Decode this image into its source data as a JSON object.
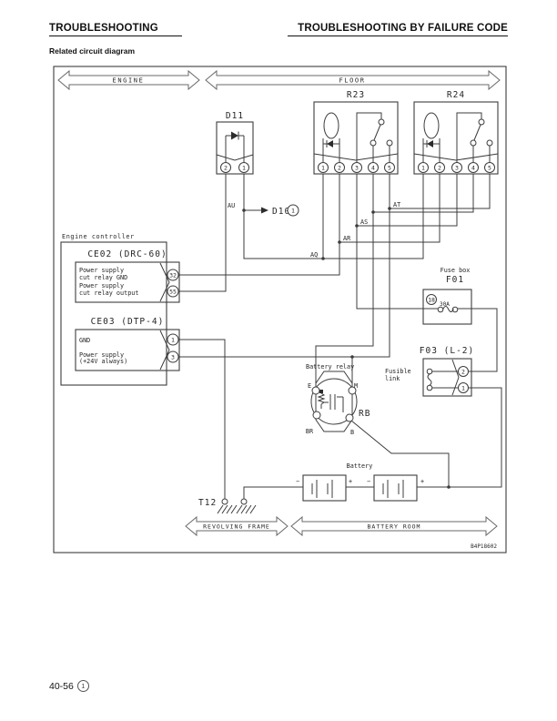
{
  "header": {
    "left": "TROUBLESHOOTING",
    "right": "TROUBLESHOOTING BY FAILURE CODE",
    "subtitle": "Related circuit diagram"
  },
  "footer": {
    "page": "40-56",
    "edition": "1"
  },
  "diagram": {
    "code": "B4P18602",
    "zones": {
      "engine": "ENGINE",
      "floor": "FLOOR",
      "revolving_frame": "REVOLVING FRAME",
      "battery_room": "BATTERY ROOM"
    },
    "wire_labels": [
      "AU",
      "AT",
      "AS",
      "AR",
      "AQ"
    ],
    "components": {
      "d11": {
        "label": "D11",
        "terminals": [
          "2",
          "1"
        ]
      },
      "d10": {
        "label": "D10",
        "terminal": "1"
      },
      "r23": {
        "label": "R23",
        "terminals": [
          "1",
          "2",
          "3",
          "4",
          "5"
        ]
      },
      "r24": {
        "label": "R24",
        "terminals": [
          "1",
          "2",
          "3",
          "4",
          "5"
        ]
      },
      "controller": {
        "label": "Engine controller",
        "ce02": {
          "title": "CE02 (DRC-60)",
          "pin1_line1": "Power supply",
          "pin1_line2": "cut relay GND",
          "pin1_no": "32",
          "pin2_line1": "Power supply",
          "pin2_line2": "cut relay output",
          "pin2_no": "55"
        },
        "ce03": {
          "title": "CE03 (DTP-4)",
          "pin1_line1": "GND",
          "pin1_no": "1",
          "pin2_line1": "Power supply",
          "pin2_line2": "(+24V always)",
          "pin2_no": "3"
        }
      },
      "fuse": {
        "group": "Fuse box",
        "label": "F01",
        "no": "18",
        "rating": "30A"
      },
      "f03": {
        "label": "F03 (L-2)",
        "desc_line1": "Fusible",
        "desc_line2": "link",
        "terminal_top": "2",
        "terminal_bottom": "1"
      },
      "battery_relay": {
        "label": "Battery relay",
        "tag": "RB",
        "t_e": "E",
        "t_m": "M",
        "t_br": "BR",
        "t_b": "B"
      },
      "battery": {
        "label": "Battery",
        "signs": [
          "−",
          "+",
          "−",
          "+"
        ]
      },
      "t12": {
        "label": "T12"
      }
    }
  }
}
